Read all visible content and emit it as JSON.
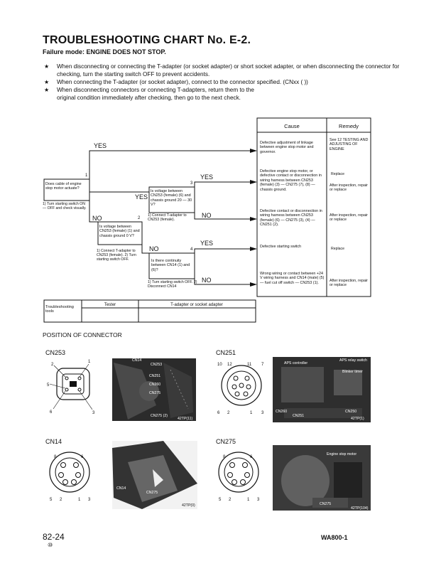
{
  "header": {
    "title": "TROUBLESHOOTING CHART No. E-2.",
    "failure_mode": "Failure mode: ENGINE DOES NOT STOP."
  },
  "notes": [
    "When disconnecting or connecting the T-adapter (or socket adapter) or short socket adapter, or when disconnecting the connector for checking, turn the starting switch OFF to prevent accidents.",
    "When connecting the T-adapter (or socket adapter), connect to the connector specified. (CNxx (  ))",
    "When disconnecting connectors or connecting T-adapters, return them to the original condition immediately after checking, then go to the next check."
  ],
  "star": "★",
  "table_headers": {
    "cause": "Cause",
    "remedy": "Remedy"
  },
  "causes": [
    "Defective adjustment of linkage between engine stop motor and governor.",
    "Defective engine stop motor, or defective contact or disconnection in wiring harness between CN253 (female) (3) — CN275 (7), (8) — chassis ground.",
    "Defective contact or disconnection in wiring harness between CN253 (female) (6) — CN275 (3), (4) — CN251 (2).",
    "Defective starting switch",
    "Wrong wiring or contact between +24 V wiring harness and CN14 (male) (5) — fuel cut off switch — CN253 (1)."
  ],
  "remedies": [
    "See 12 TESTING AND ADJUSTING OF ENGINE",
    "Replace / After inspection, repair or replace",
    "After inspection, repair or replace",
    "Replace",
    "After inspection, repair or replace"
  ],
  "remedy_split": [
    "Replace",
    "After inspection, repair or replace"
  ],
  "yes": "YES",
  "no": "NO",
  "checks": {
    "c1": {
      "num": "1",
      "text": "Does cable of engine stop motor actuate?",
      "cond": "1) Turn starting switch ON — OFF and check visually."
    },
    "c2": {
      "num": "2",
      "text": "Is voltage between CN253 (female) (1) and chassis ground 0 V?",
      "cond": "1) Connect T-adapter to CN253 (female). 2) Turn starting switch OFF."
    },
    "c3": {
      "num": "3",
      "text": "Is voltage between CN253 (female) (6) and chassis ground 20 — 30 V?",
      "cond": "1) Connect T-adapter to CN253 (female)."
    },
    "c4": {
      "num": "4",
      "text": "Is there continuity between CN14 (1) and (6)?",
      "cond": "1) Turn starting switch OFF. 2) Disconnect CN14"
    }
  },
  "tools": {
    "label": "Troubleshooting tools",
    "tester": "Tester",
    "adapter": "T-adapter or socket adapter"
  },
  "position_heading": "POSITION OF CONNECTOR",
  "connectors": {
    "cn253": {
      "name": "CN253",
      "pins": [
        "2",
        "1",
        "6",
        "5",
        "3"
      ]
    },
    "cn251": {
      "name": "CN251",
      "pins": [
        "10",
        "12",
        "11",
        "7",
        "6",
        "2",
        "1",
        "3"
      ]
    },
    "cn14": {
      "name": "CN14",
      "pins": [
        "8",
        "6",
        "5",
        "2",
        "1",
        "3"
      ]
    },
    "cn275": {
      "name": "CN275",
      "pins": [
        "8",
        "6",
        "5",
        "2",
        "1",
        "3"
      ]
    }
  },
  "photo_tags": {
    "p1": [
      "CN14",
      "CN253",
      "CN251",
      "CN260",
      "CN275",
      "CN275 (2)",
      "42TP(11)"
    ],
    "p2": [
      "APS controller",
      "APS relay switch",
      "Blinker timer",
      "CN260",
      "CN251",
      "CN250",
      "42TP(1)"
    ],
    "p3": [
      "CN14",
      "CN275",
      "42TP(0)"
    ],
    "p4": [
      "Engine stop motor",
      "CN275",
      "42TP(104)"
    ]
  },
  "footer": {
    "page": "82-24",
    "revision": "⑩",
    "model": "WA800-1"
  }
}
